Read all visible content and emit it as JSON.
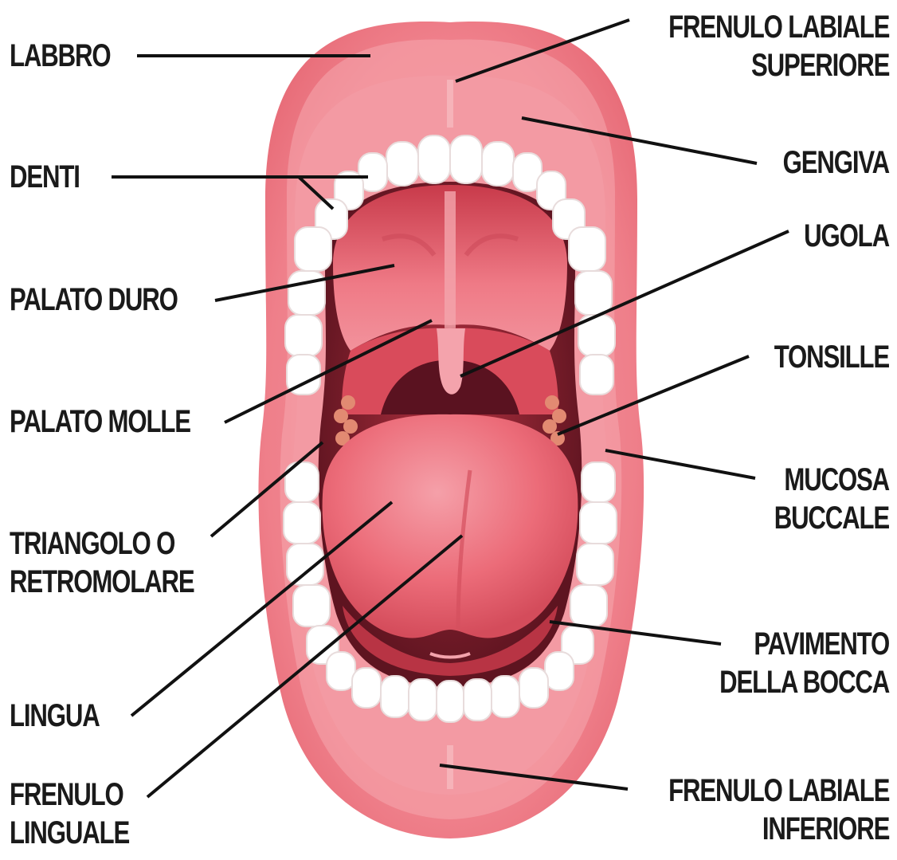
{
  "labels": {
    "labbro": "LABBRO",
    "denti": "DENTI",
    "palato_duro": "PALATO DURO",
    "palato_molle": "PALATO MOLLE",
    "triangolo_1": "TRIANGOLO O",
    "triangolo_2": "RETROMOLARE",
    "lingua": "LINGUA",
    "frenulo_lingual_1": "FRENULO",
    "frenulo_lingual_2": "LINGUALE",
    "frenulo_sup_1": "FRENULO LABIALE",
    "frenulo_sup_2": "SUPERIORE",
    "gengiva": "GENGIVA",
    "ugola": "UGOLA",
    "tonsille": "TONSILLE",
    "mucosa_1": "MUCOSA",
    "mucosa_2": "BUCCALE",
    "pavimento_1": "PAVIMENTO",
    "pavimento_2": "DELLA BOCCA",
    "frenulo_inf_1": "FRENULO LABIALE",
    "frenulo_inf_2": "INFERIORE"
  },
  "colors": {
    "lip": "#f0848e",
    "lip_highlight": "#f7aeb4",
    "gum": "#f39aa3",
    "cavity_dark": "#7a1f2c",
    "palate": "#e25a68",
    "tongue": "#ee6f7b",
    "teeth": "#ffffff",
    "leader_line": "#111111"
  }
}
